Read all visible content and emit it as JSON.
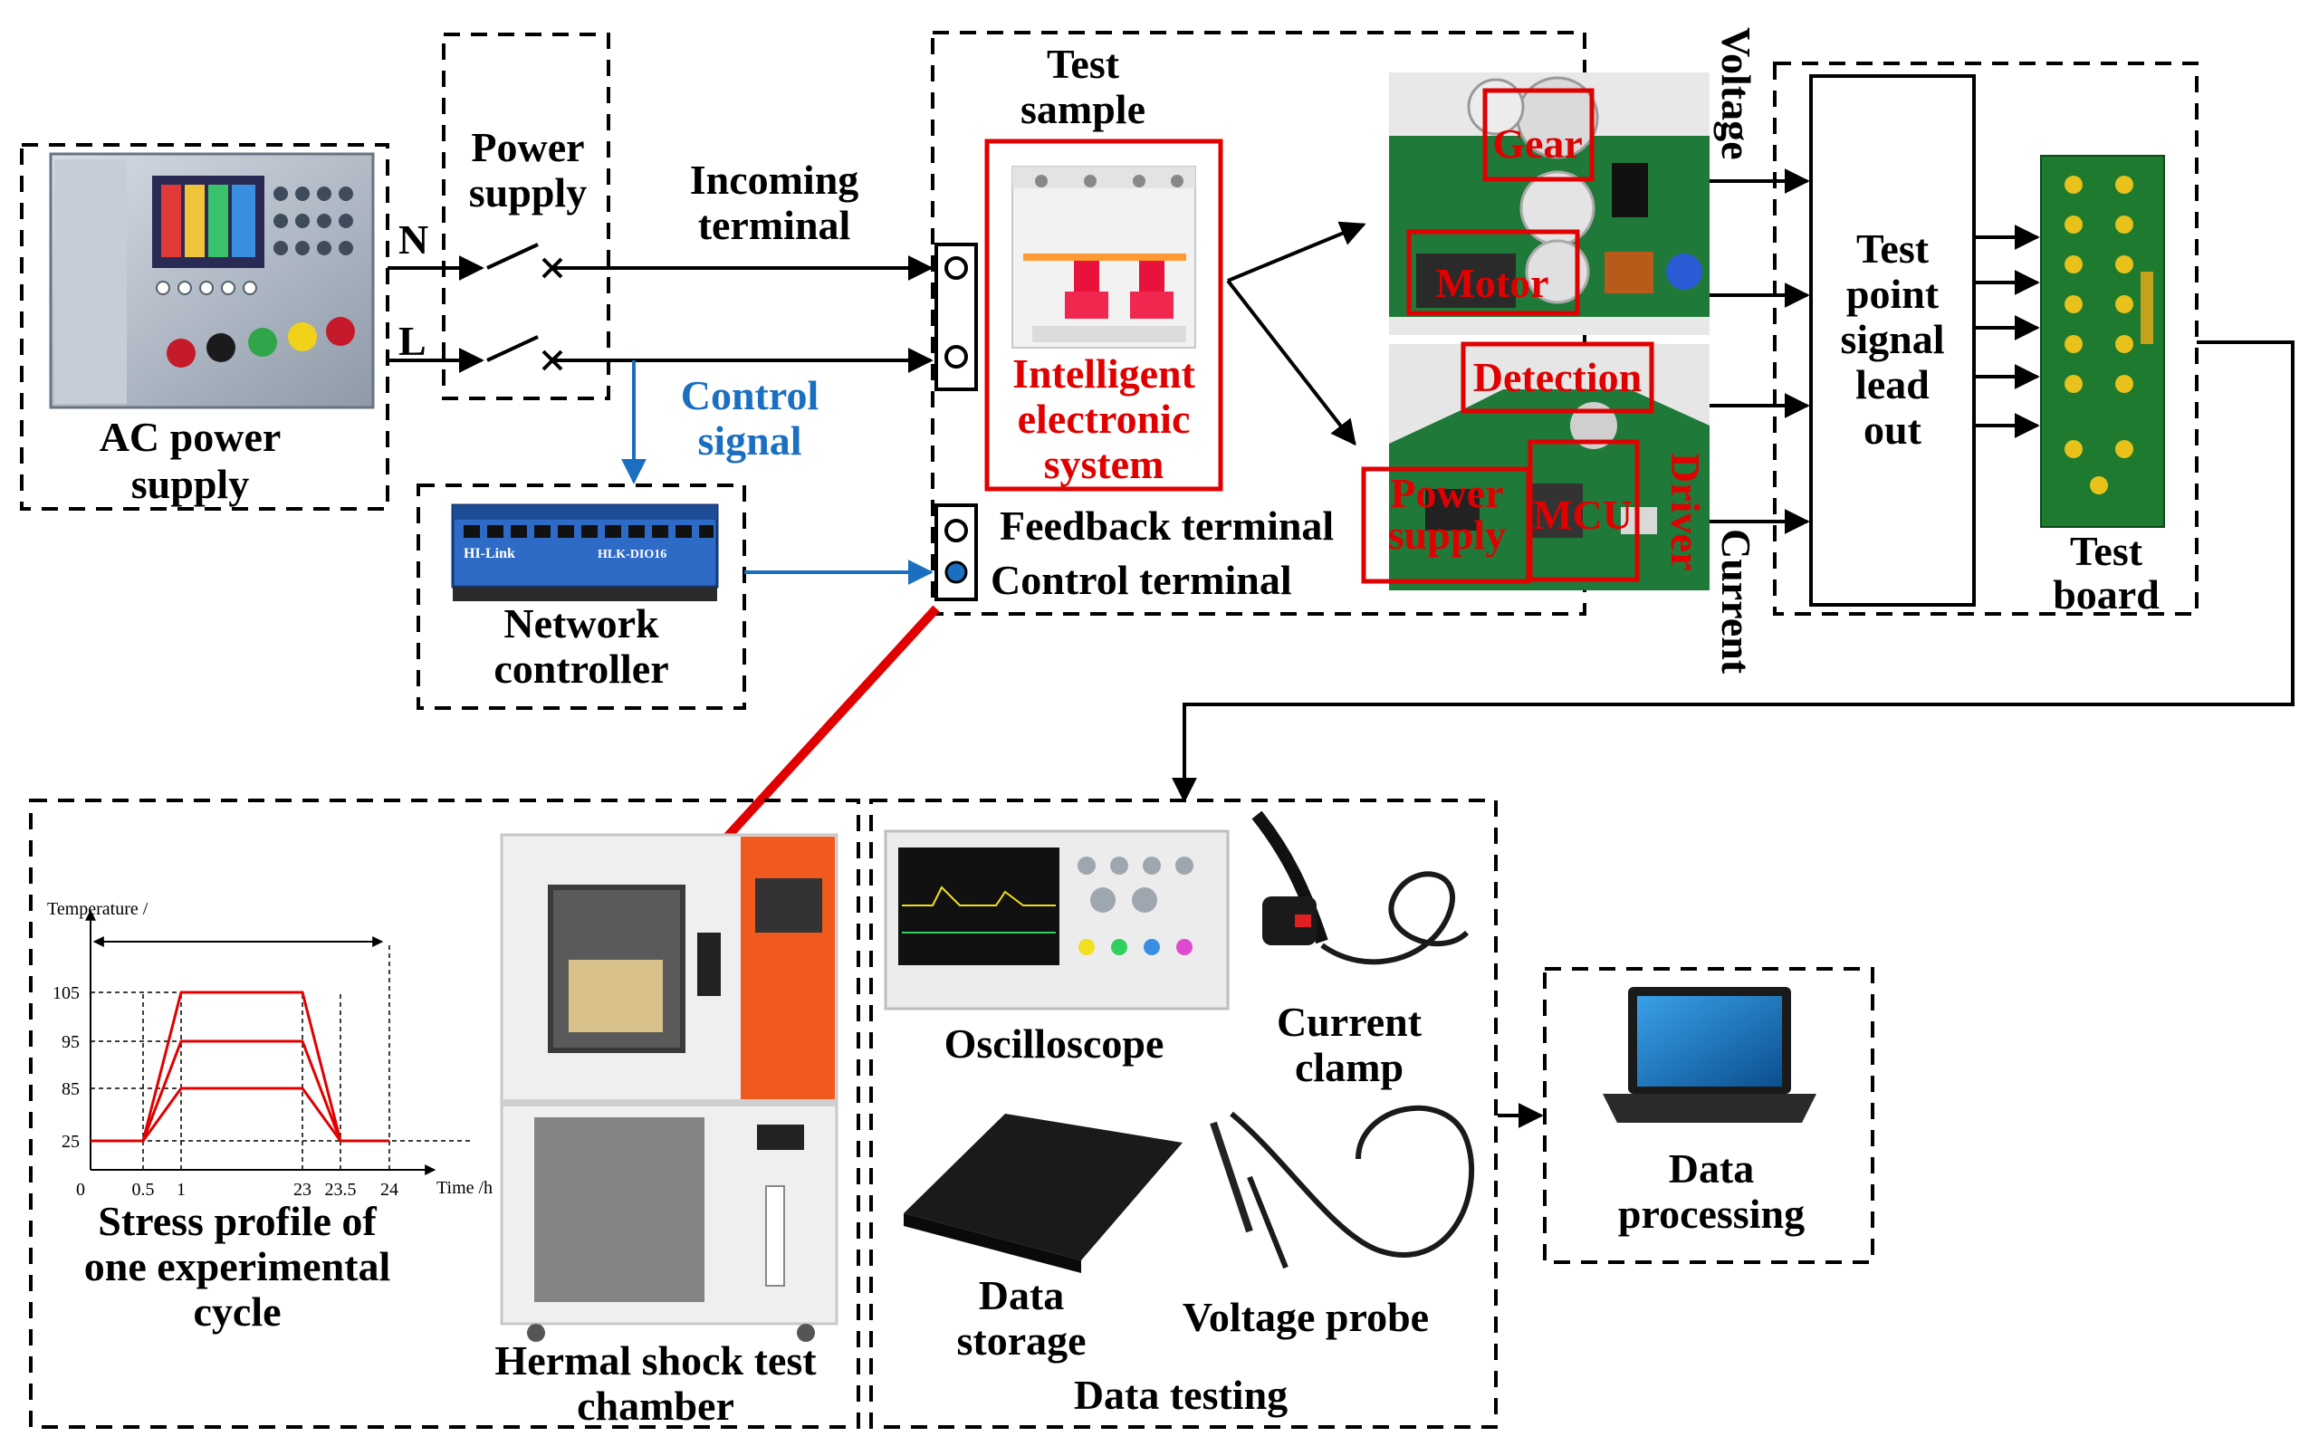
{
  "labels": {
    "ac_power_supply": [
      "AC power",
      "supply"
    ],
    "power_supply": [
      "Power",
      "supply"
    ],
    "n": "N",
    "l": "L",
    "incoming_terminal": [
      "Incoming",
      "terminal"
    ],
    "control_signal": [
      "Control",
      "signal"
    ],
    "network_controller": [
      "Network",
      "controller"
    ],
    "test_sample": [
      "Test",
      "sample"
    ],
    "intelligent_system": [
      "Intelligent",
      "electronic",
      "system"
    ],
    "feedback_terminal": "Feedback terminal",
    "control_terminal": "Control terminal",
    "gear": "Gear",
    "motor": "Motor",
    "detection": "Detection",
    "power_supply_pcb": [
      "Power",
      "supply"
    ],
    "mcu": "MCU",
    "driver": "Driver",
    "voltage": "Voltage",
    "current": "Current",
    "test_point": [
      "Test",
      "point",
      "signal",
      "lead",
      "out"
    ],
    "test_board": [
      "Test",
      "board"
    ],
    "stress_profile": [
      "Stress profile of",
      "one experimental",
      "cycle"
    ],
    "chamber": [
      "Hermal shock test",
      "chamber"
    ],
    "oscilloscope": "Oscilloscope",
    "current_clamp": [
      "Current",
      "clamp"
    ],
    "data_storage": [
      "Data",
      "storage"
    ],
    "voltage_probe": "Voltage probe",
    "data_testing": "Data testing",
    "data_processing": [
      "Data",
      "processing"
    ],
    "hlk_brand": "HI-Link",
    "hlk_model": "HLK-DIO16"
  },
  "chart_data": {
    "type": "line",
    "xlabel": "Time /h",
    "ylabel": "Temperature /",
    "x_ticks": [
      "0",
      "0.5",
      "1",
      "23",
      "23.5",
      "24"
    ],
    "y_ticks": [
      "25",
      "85",
      "95",
      "105"
    ],
    "series": [
      {
        "x": [
          0,
          0.5,
          1,
          23,
          23.5,
          24
        ],
        "y": [
          25,
          25,
          105,
          105,
          25,
          25
        ]
      },
      {
        "x": [
          0,
          0.5,
          1,
          23,
          23.5,
          24
        ],
        "y": [
          25,
          25,
          95,
          95,
          25,
          25
        ]
      },
      {
        "x": [
          0,
          0.5,
          1,
          23,
          23.5,
          24
        ],
        "y": [
          25,
          25,
          85,
          85,
          25,
          25
        ]
      }
    ],
    "grid": false
  },
  "colors": {
    "arrow_red": "#e00000",
    "signal_blue": "#1a6fc0",
    "label_blue": "#1a6fc0",
    "box_red": "#e00000",
    "pcb_green": "#1f7a3a"
  }
}
